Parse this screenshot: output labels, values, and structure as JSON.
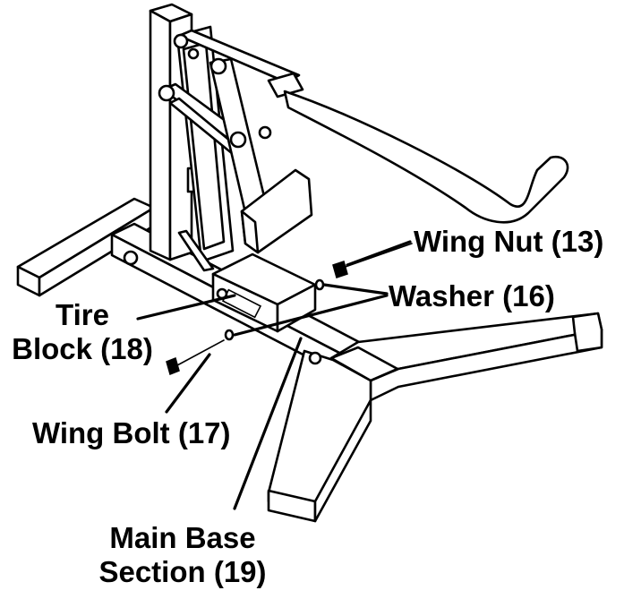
{
  "labels": {
    "wing_nut": "Wing Nut (13)",
    "washer": "Washer (16)",
    "tire_line1": "Tire",
    "tire_line2": "Block (18)",
    "wing_bolt": "Wing Bolt (17)",
    "main_base_line1": "Main Base",
    "main_base_line2": "Section (19)"
  }
}
